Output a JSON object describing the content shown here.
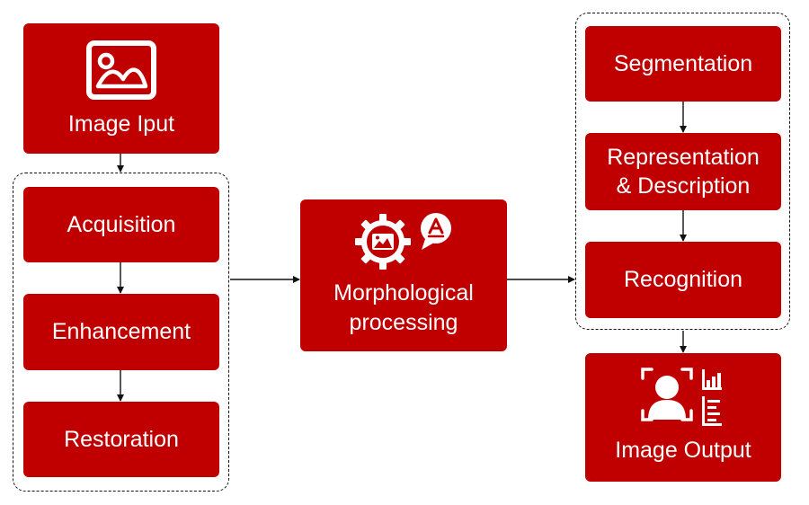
{
  "colors": {
    "box_fill": "#c00000",
    "text": "#ffffff",
    "line": "#111111"
  },
  "nodes": {
    "image_input": {
      "label": "Image Iput",
      "icon": "image-icon"
    },
    "acquisition": {
      "label": "Acquisition"
    },
    "enhancement": {
      "label": "Enhancement"
    },
    "restoration": {
      "label": "Restoration"
    },
    "morphological": {
      "line1": "Morphological",
      "line2": "processing",
      "icon": "gear-image-icon",
      "icon2": "text-bubble-icon"
    },
    "segmentation": {
      "label": "Segmentation"
    },
    "representation": {
      "line1": "Representation",
      "line2": "& Description"
    },
    "recognition": {
      "label": "Recognition"
    },
    "image_output": {
      "label": "Image Output",
      "icon": "face-scan-analytics-icon"
    }
  },
  "groups": [
    "preprocessing-group",
    "analysis-group"
  ],
  "edges": [
    {
      "from": "image_input",
      "to": "preprocessing-group"
    },
    {
      "from": "acquisition",
      "to": "enhancement"
    },
    {
      "from": "enhancement",
      "to": "restoration"
    },
    {
      "from": "preprocessing-group",
      "to": "morphological"
    },
    {
      "from": "morphological",
      "to": "analysis-group"
    },
    {
      "from": "segmentation",
      "to": "representation"
    },
    {
      "from": "representation",
      "to": "recognition"
    },
    {
      "from": "analysis-group",
      "to": "image_output"
    }
  ]
}
